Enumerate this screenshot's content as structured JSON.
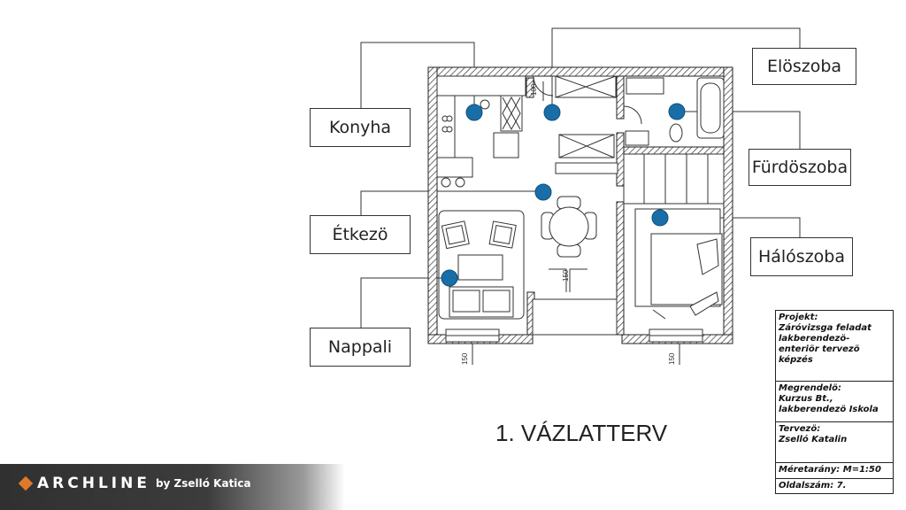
{
  "labels": {
    "eloszoba": "Elöszoba",
    "konyha": "Konyha",
    "furdoszoba": "Fürdöszoba",
    "etkezo": "Étkezö",
    "haloszoba": "Hálószoba",
    "nappali": "Nappali"
  },
  "dimensions": {
    "door_entry": "100",
    "door_balcony": "150",
    "window_left": "150",
    "window_right": "150"
  },
  "sheet_title": "1. VÁZLATTERV",
  "title_block": {
    "projekt_label": "Projekt:",
    "projekt_lines": [
      "Záróvizsga feladat",
      "lakberendezö-",
      "enteriör tervezö",
      "képzés"
    ],
    "megrendelo_label": "Megrendelö:",
    "megrendelo_lines": [
      "Kurzus Bt.,",
      "lakberendezö Iskola"
    ],
    "tervezo_label": "Tervezö:",
    "tervezo_name": "Zselló Katalin",
    "meretarany": "Méretarány: M=1:50",
    "oldalszam": "Oldalszám: 7."
  },
  "footer": {
    "brand": "ARCHLINE",
    "byline": "by Zselló Katica"
  },
  "colors": {
    "marker": "#1a6ea8",
    "footer_dark": "#303030",
    "logo_orange": "#e07a2a"
  }
}
